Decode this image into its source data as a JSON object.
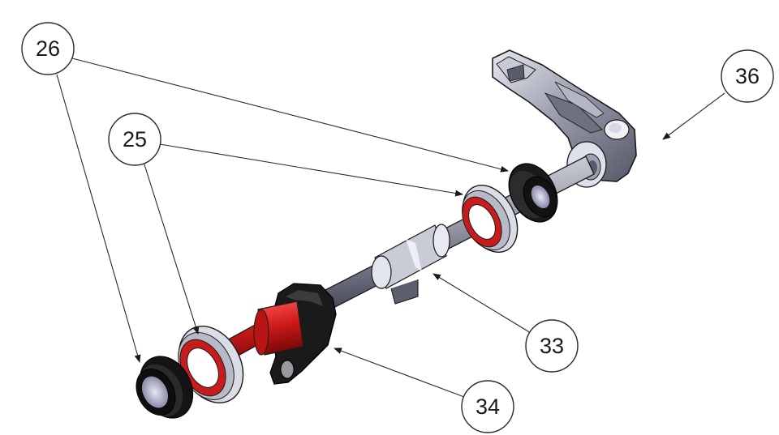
{
  "callouts": [
    {
      "id": "c26",
      "label": "26"
    },
    {
      "id": "c25",
      "label": "25"
    },
    {
      "id": "c36",
      "label": "36"
    },
    {
      "id": "c33",
      "label": "33"
    },
    {
      "id": "c34",
      "label": "34"
    }
  ],
  "colors": {
    "outline": "#1a1a1a",
    "metal_light": "#d9dbe6",
    "metal_mid": "#9a9cab",
    "metal_dark": "#4a4c5c",
    "seal_red": "#cc2222",
    "black_part": "#161616"
  },
  "icons": [
    "callout-circle",
    "leader-arrow"
  ]
}
